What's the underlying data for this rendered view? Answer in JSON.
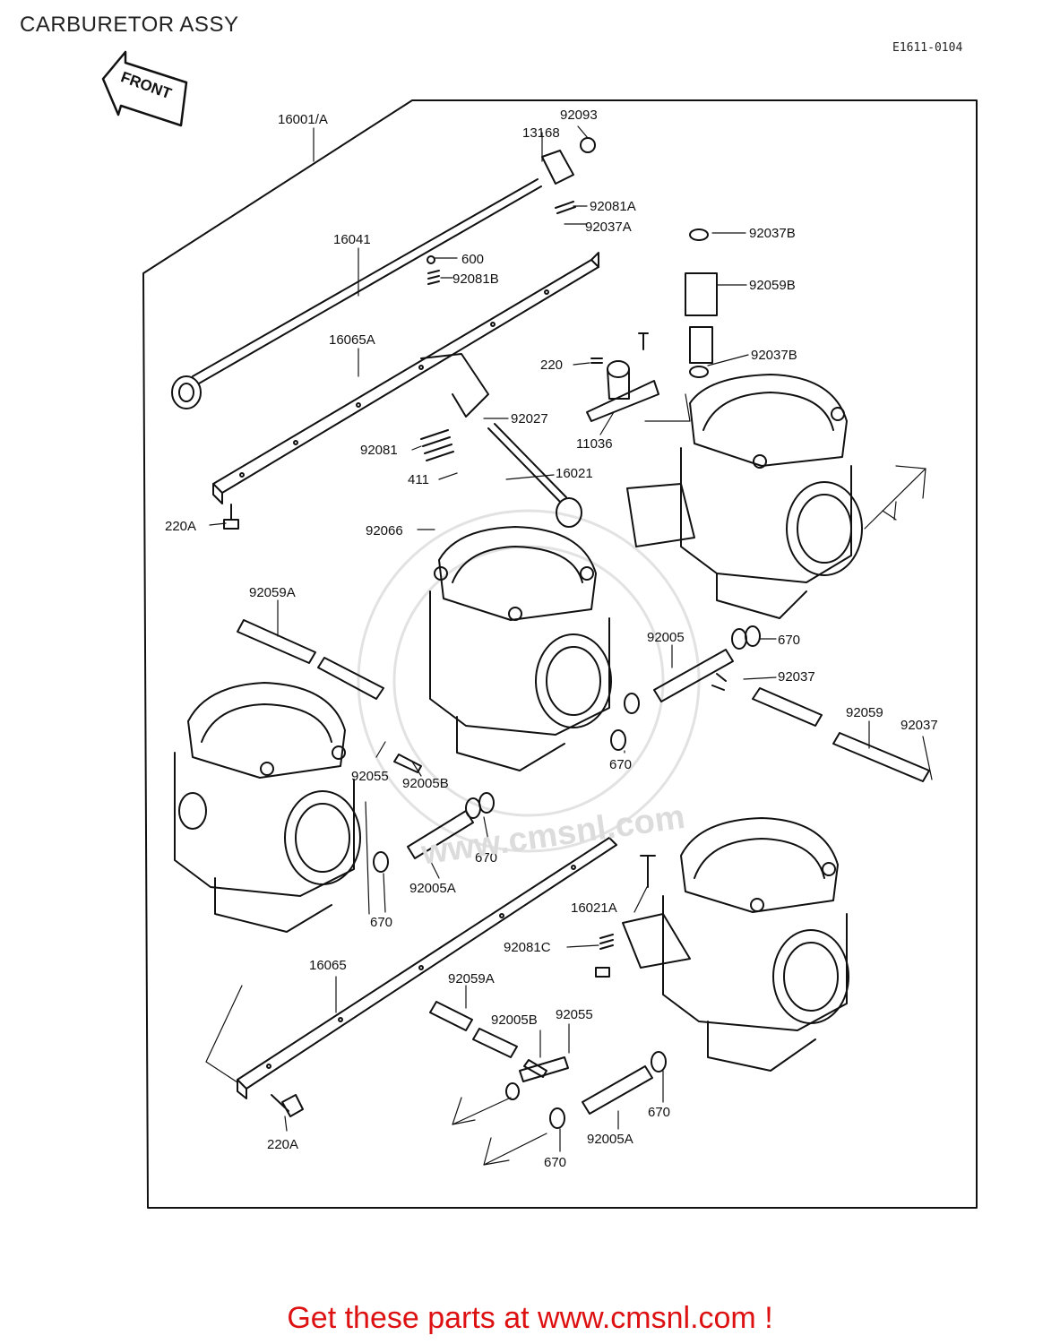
{
  "header": {
    "title": "CARBURETOR ASSY",
    "diagram_code": "E1611-0104"
  },
  "front_arrow_label": "FRONT",
  "watermark_text": "www.cmsnl.com",
  "labels": {
    "l16001A": "16001/A",
    "l92093": "92093",
    "l13168": "13168",
    "l92081A": "92081A",
    "l92037A": "92037A",
    "l16041": "16041",
    "l600": "600",
    "l92081B": "92081B",
    "l92037B_top": "92037B",
    "l92059B": "92059B",
    "l92037B_mid": "92037B",
    "l16065A": "16065A",
    "l220": "220",
    "l11036": "11036",
    "l92027": "92027",
    "l92081": "92081",
    "l16021": "16021",
    "l411": "411",
    "l220A_top": "220A",
    "l92066": "92066",
    "l92059A_top": "92059A",
    "l92005": "92005",
    "l670_a": "670",
    "l92037_mid": "92037",
    "l92059": "92059",
    "l92037_right": "92037",
    "l670_b": "670",
    "l92055_left": "92055",
    "l92005B_left": "92005B",
    "l670_c": "670",
    "l92005A_left": "92005A",
    "l670_d": "670",
    "l16021A": "16021A",
    "l92081C": "92081C",
    "l16065": "16065",
    "l92059A_bot": "92059A",
    "l92005B_bot": "92005B",
    "l92055_bot": "92055",
    "l670_e": "670",
    "l92005A_bot": "92005A",
    "l670_f": "670",
    "l220A_bot": "220A"
  },
  "footer": {
    "promo": "Get these parts at www.cmsnl.com !"
  }
}
